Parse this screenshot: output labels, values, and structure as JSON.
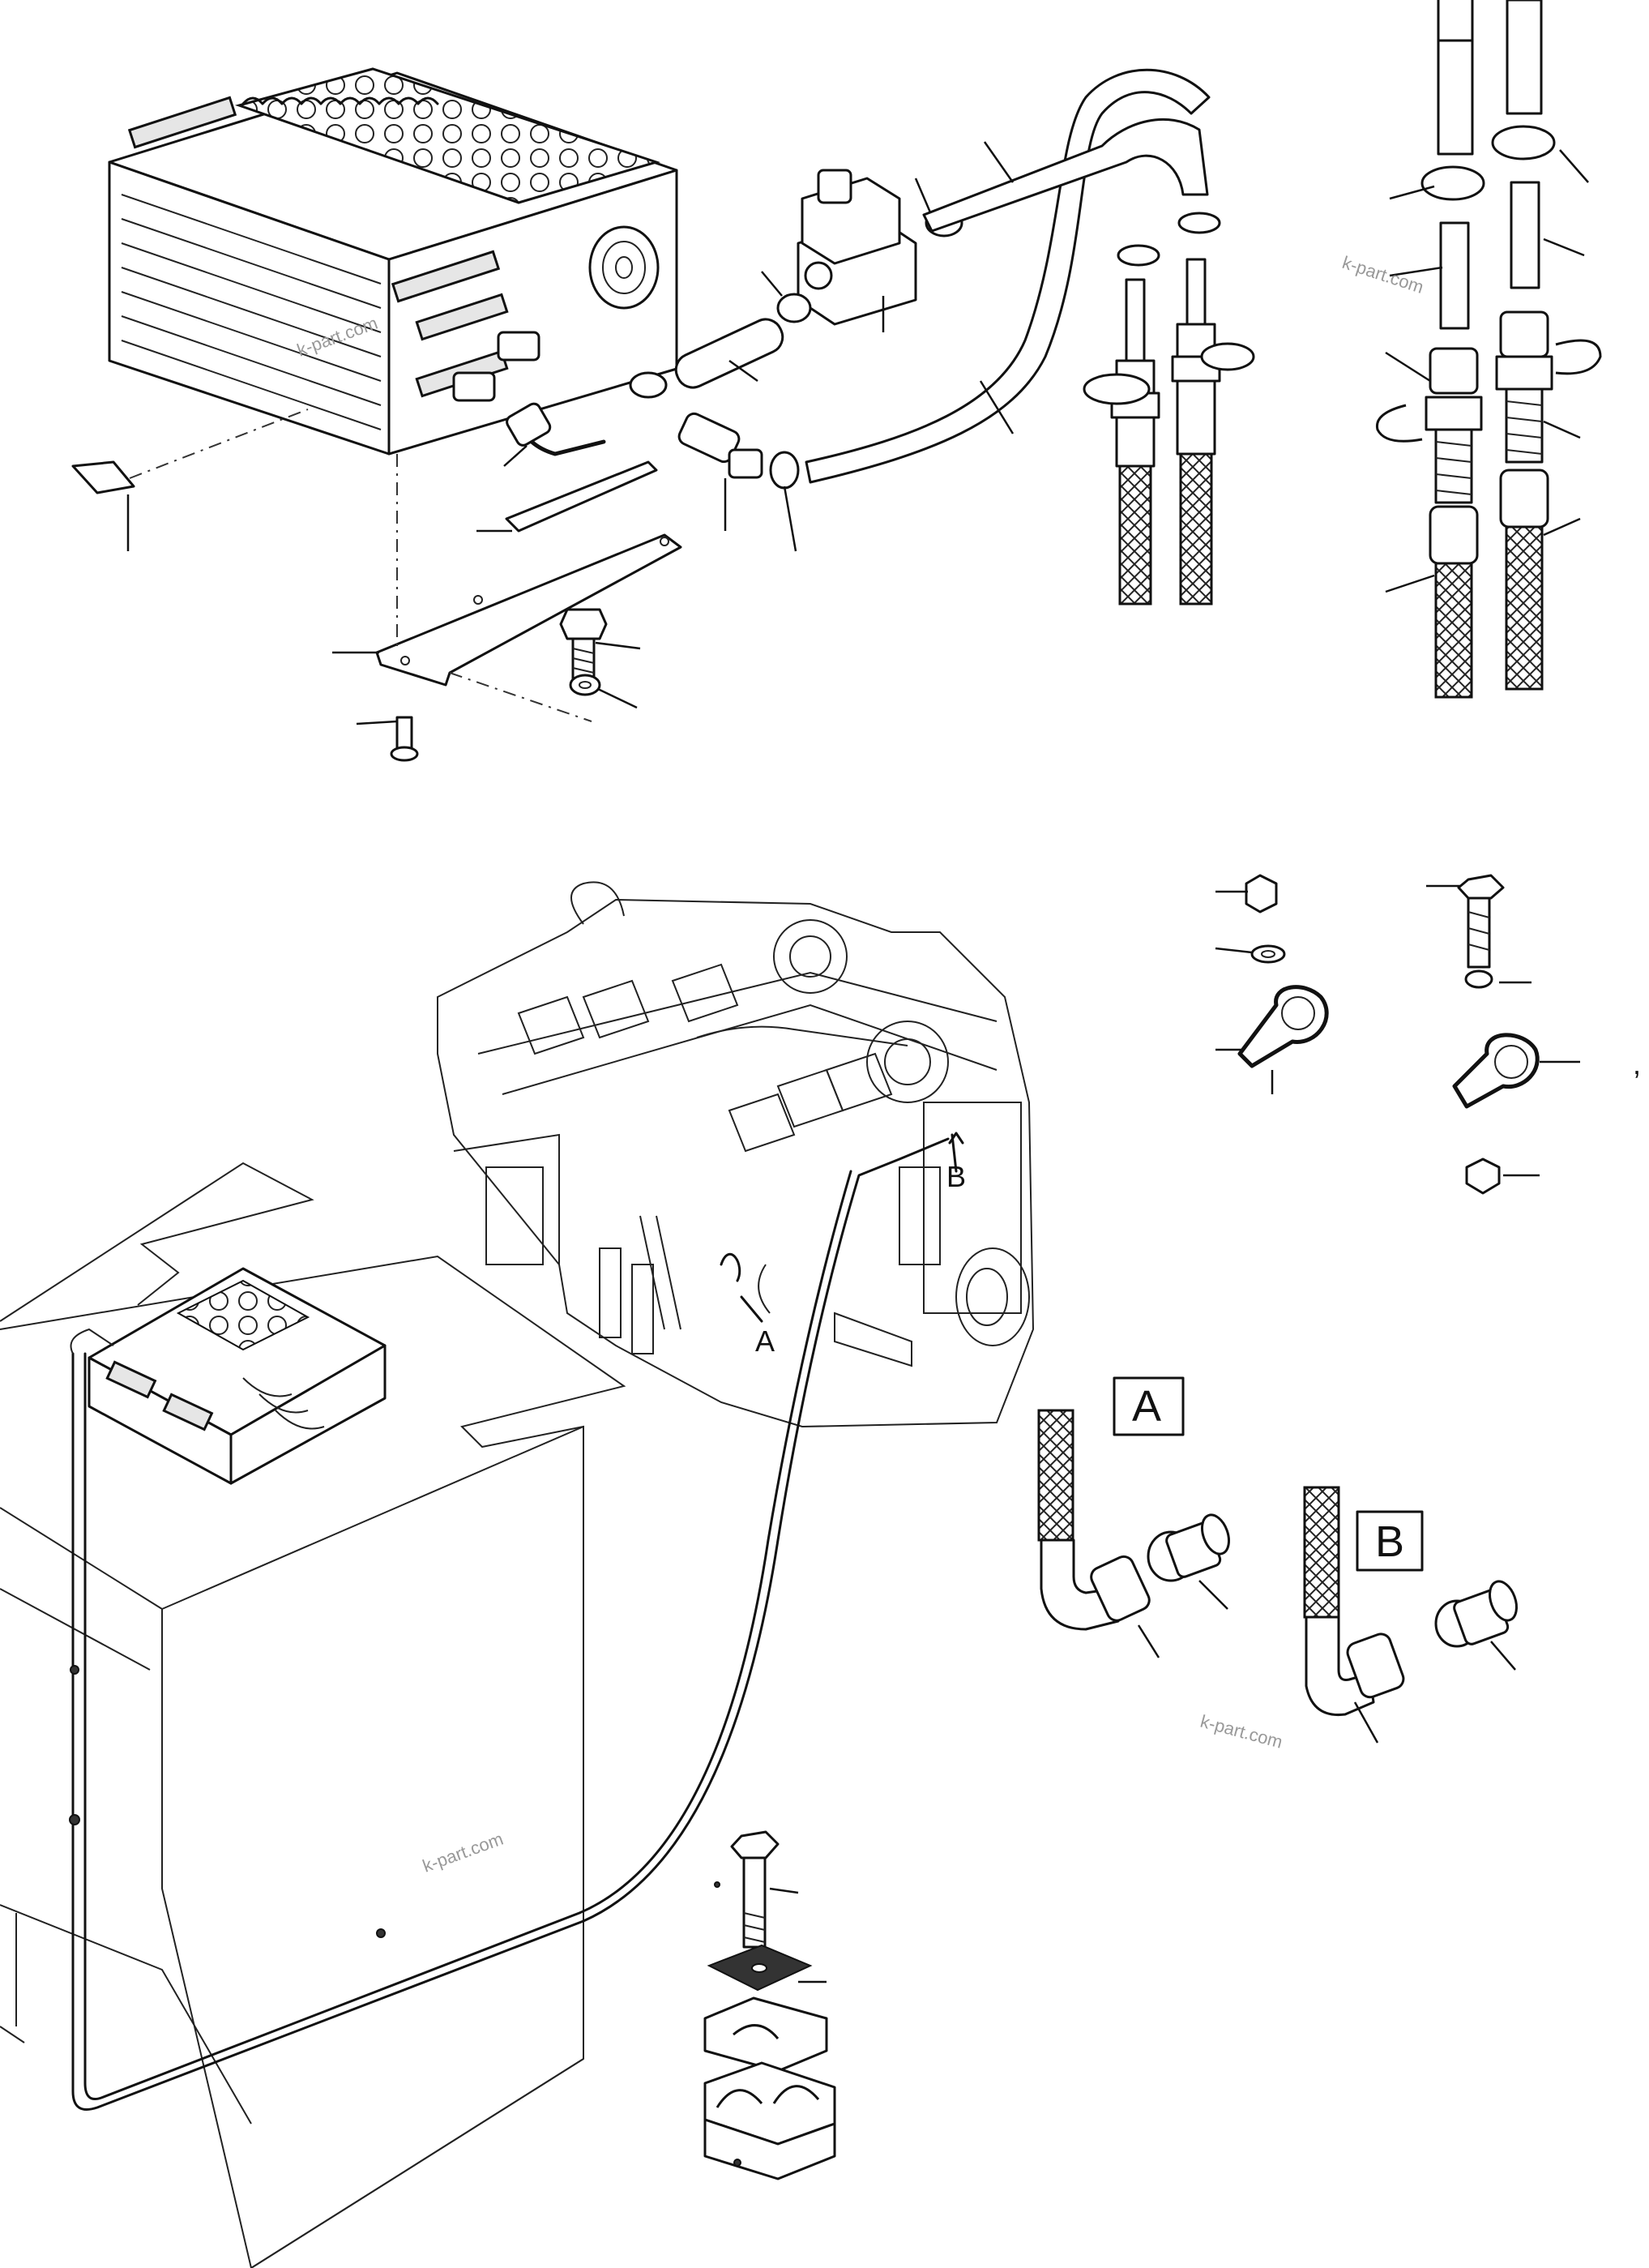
{
  "view_labels": {
    "A": "A",
    "B": "B"
  },
  "detail_boxes": {
    "A": "A",
    "B": "B"
  },
  "watermark": "k-part.com",
  "stray_mark": ","
}
